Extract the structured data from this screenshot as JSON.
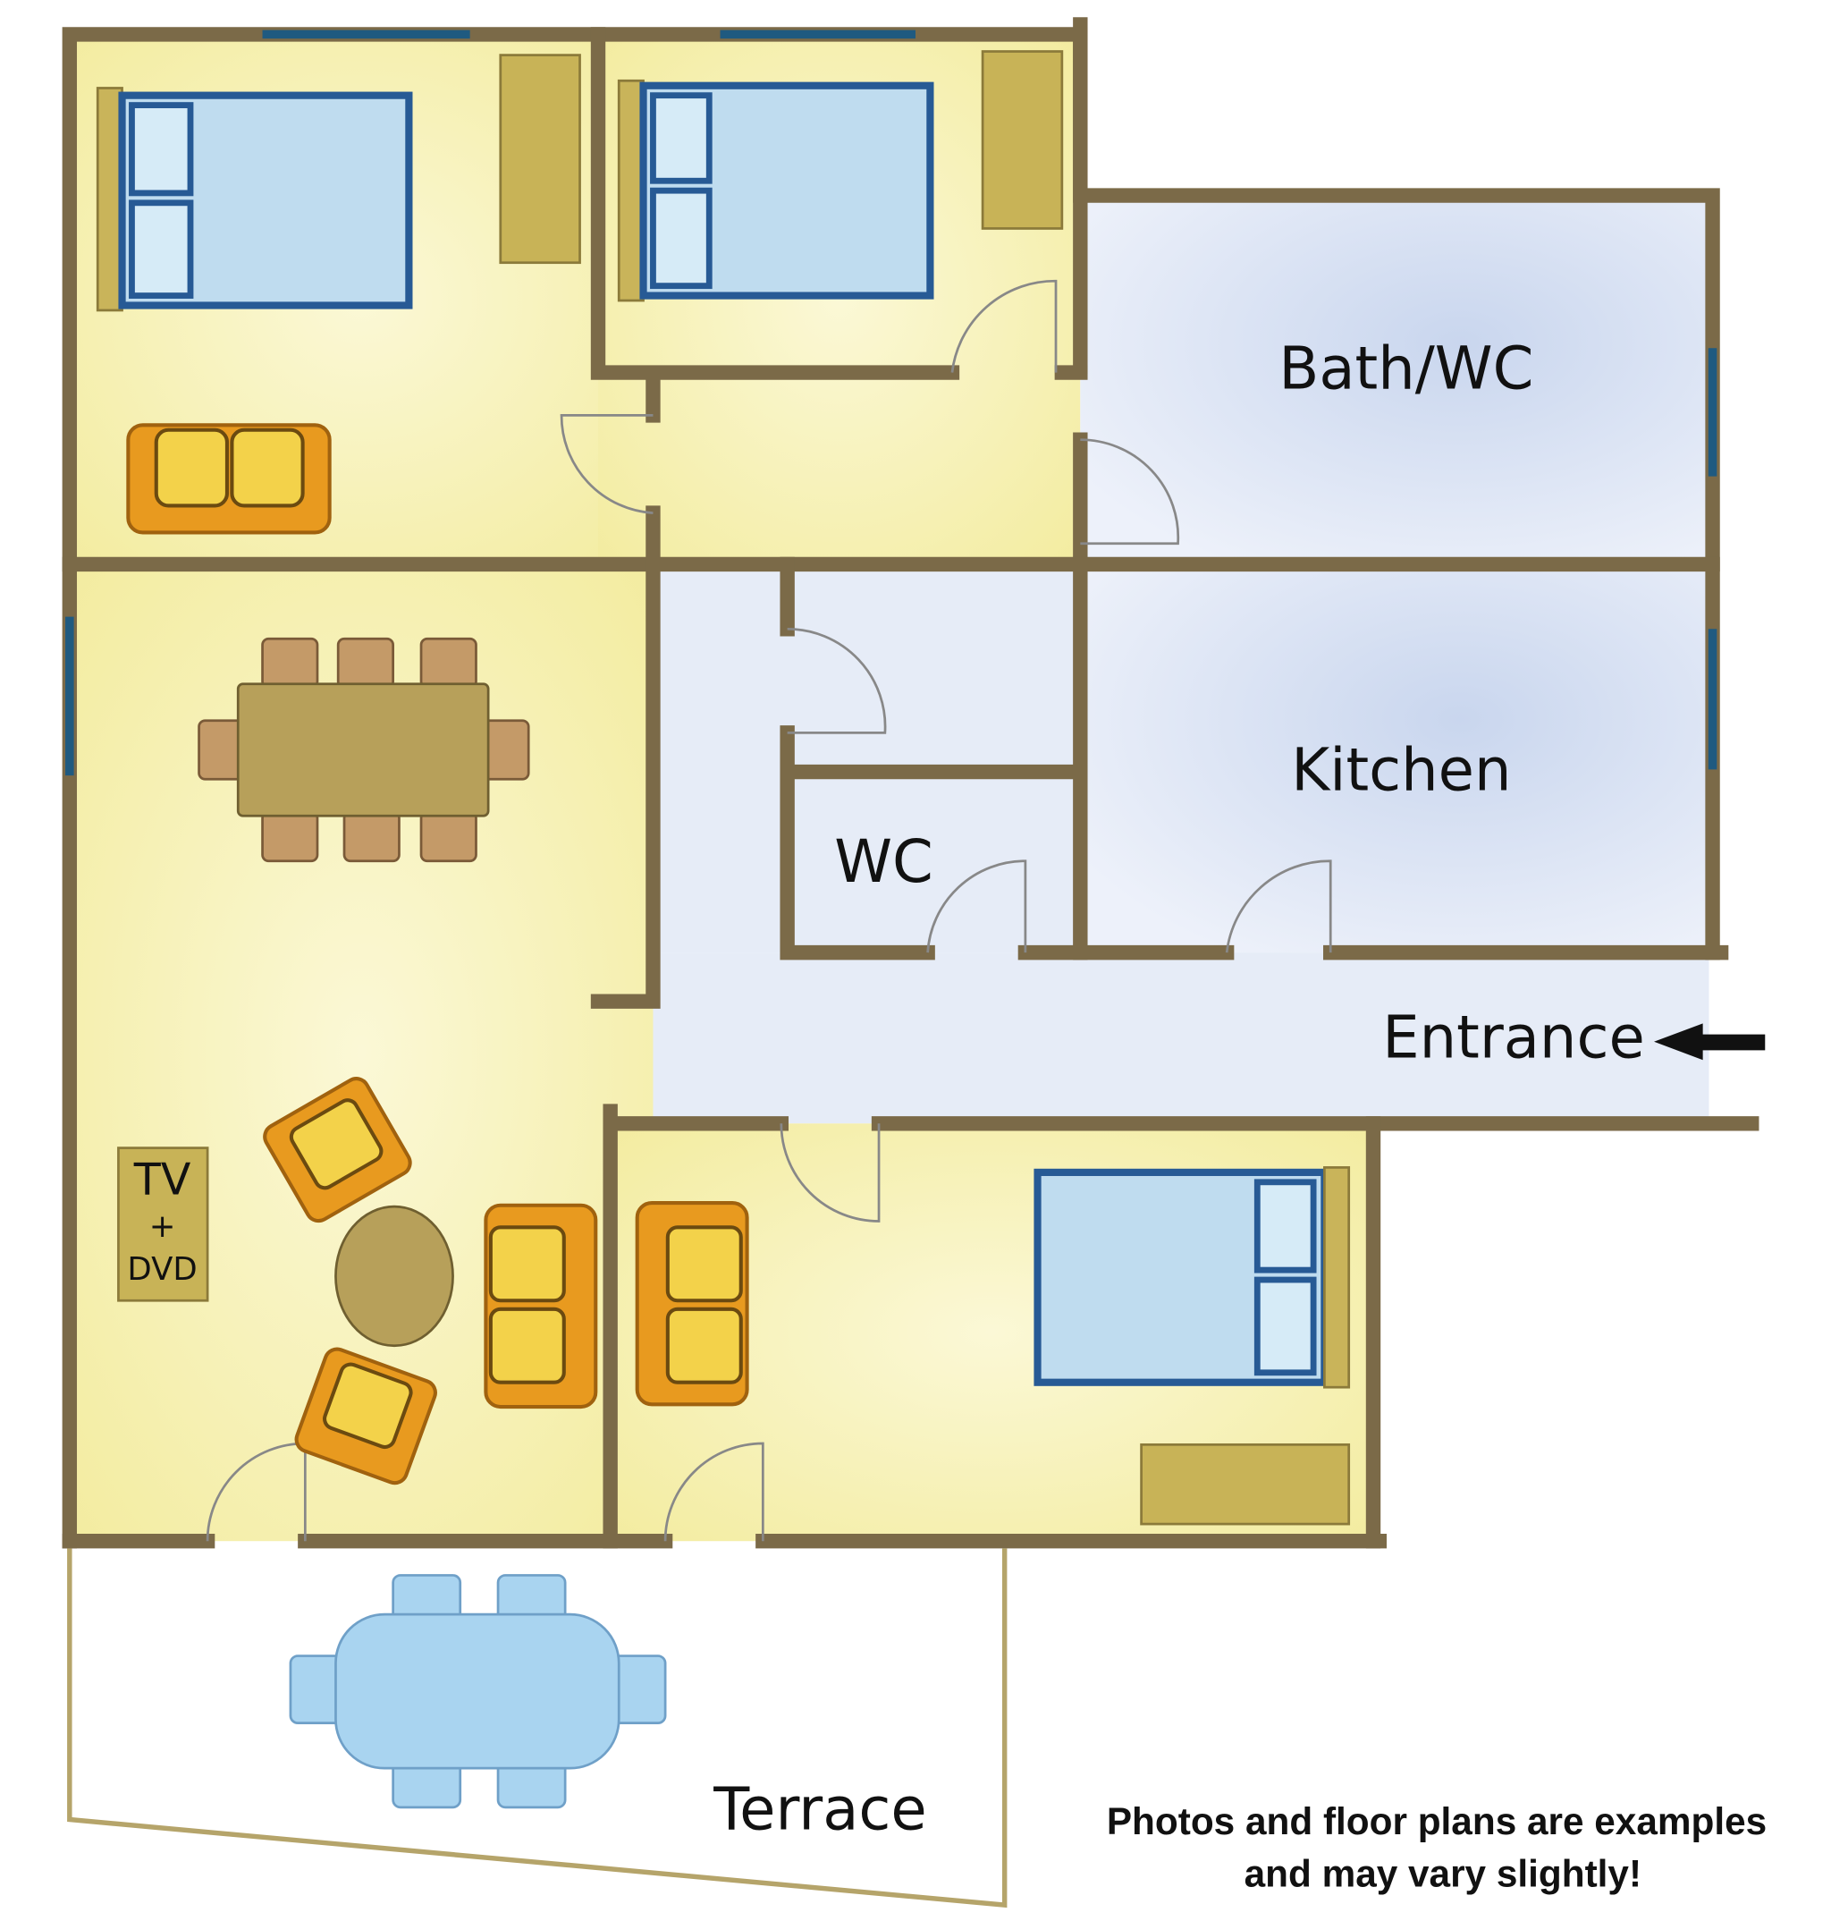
{
  "rooms": {
    "bath": "Bath/WC",
    "kitchen": "Kitchen",
    "wc": "WC",
    "entrance": "Entrance",
    "terrace": "Terrace"
  },
  "furniture": {
    "tv_line1": "TV",
    "tv_line2": "+",
    "tv_line3": "DVD"
  },
  "note": {
    "line1": "Photos and floor plans are examples",
    "line2": "and may vary slightly!"
  },
  "colors": {
    "wall": "#7b6a48",
    "bedroom_fill": "#f7f3b4",
    "wet_room_fill": "#e6ecf7",
    "window": "#1f5a80"
  }
}
